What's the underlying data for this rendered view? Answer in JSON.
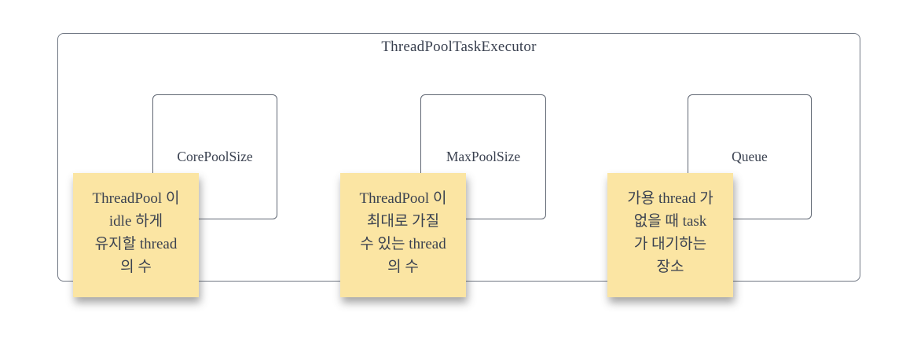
{
  "diagram": {
    "title": "ThreadPoolTaskExecutor",
    "boxes": [
      {
        "label": "CorePoolSize",
        "note": "ThreadPool 이\nidle 하게\n유지할 thread\n의 수"
      },
      {
        "label": "MaxPoolSize",
        "note": "ThreadPool 이\n최대로 가질\n수 있는 thread\n의 수"
      },
      {
        "label": "Queue",
        "note": "가용 thread 가\n없을 때 task\n가 대기하는\n장소"
      }
    ],
    "colors": {
      "note_fill": "#fbe5a3",
      "outer_border": "#707783",
      "box_border": "#5f6672",
      "text": "#3a4150",
      "background": "#ffffff"
    }
  }
}
